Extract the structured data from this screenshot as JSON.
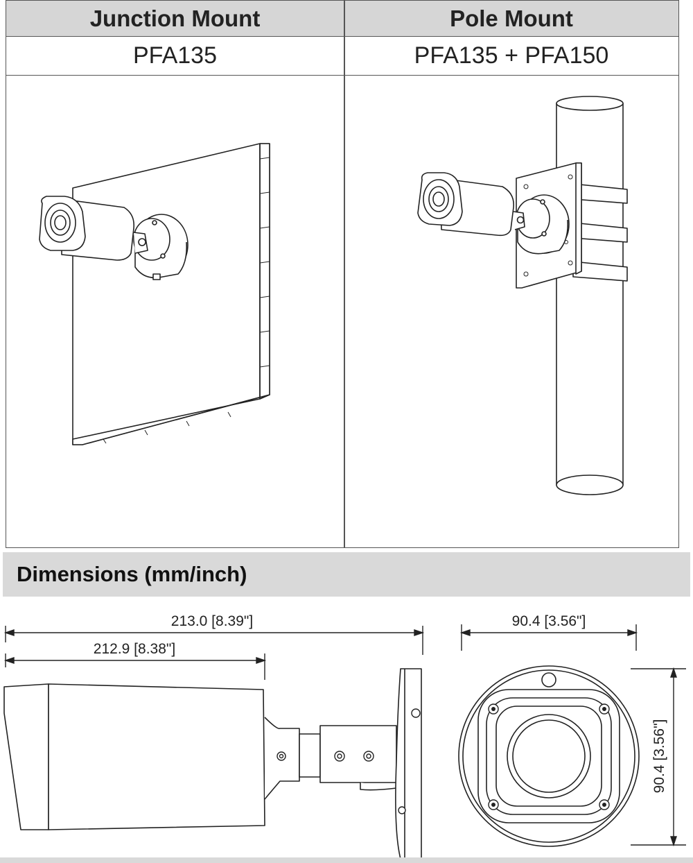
{
  "mount_table": {
    "columns": [
      {
        "header": "Junction Mount",
        "model": "PFA135"
      },
      {
        "header": "Pole Mount",
        "model": "PFA135 + PFA150"
      }
    ]
  },
  "dimensions": {
    "section_title": "Dimensions (mm/inch)",
    "side_view": {
      "overall_length": "213.0 [8.39\"]",
      "body_length": "212.9 [8.38\"]"
    },
    "front_view": {
      "width": "90.4 [3.56\"]",
      "height": "90.4 [3.56\"]"
    }
  }
}
